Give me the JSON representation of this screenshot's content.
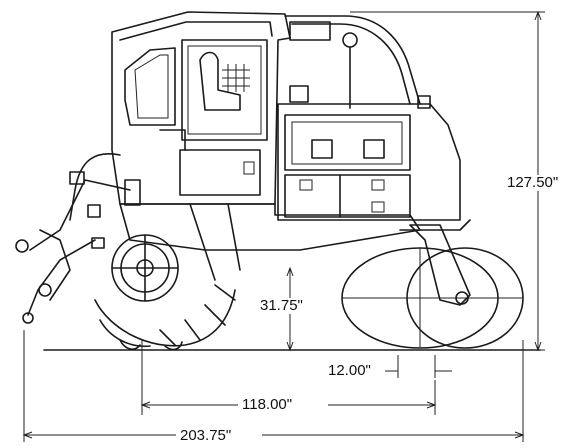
{
  "dimensions": {
    "overall_height": "127.50\"",
    "ground_clearance": "31.75\"",
    "rear_offset": "12.00\"",
    "wheelbase": "118.00\"",
    "overall_length": "203.75\""
  }
}
